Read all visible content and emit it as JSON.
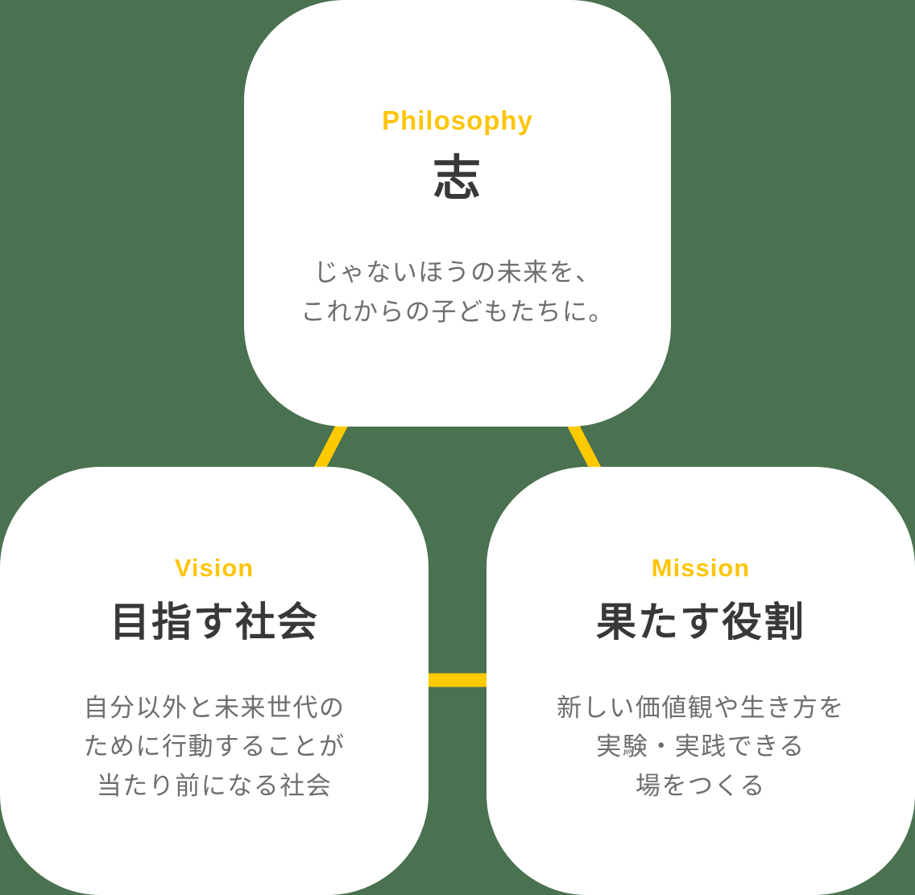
{
  "colors": {
    "background": "#4A7150",
    "card": "#FFFFFF",
    "accent_yellow": "#FDC50A",
    "connector_yellow": "#FDCA00",
    "heading_text": "#383838",
    "body_text": "#6E6E6E"
  },
  "diagram": {
    "philosophy": {
      "label": "Philosophy",
      "heading": "志",
      "body": [
        "じゃないほうの未来を、",
        "これからの子どもたちに。"
      ]
    },
    "vision": {
      "label": "Vision",
      "heading": "目指す社会",
      "body": [
        "自分以外と未来世代の",
        "ために行動することが",
        "当たり前になる社会"
      ]
    },
    "mission": {
      "label": "Mission",
      "heading": "果たす役割",
      "body": [
        "新しい価値観や生き方を",
        "実験・実践できる",
        "場をつくる"
      ]
    }
  }
}
